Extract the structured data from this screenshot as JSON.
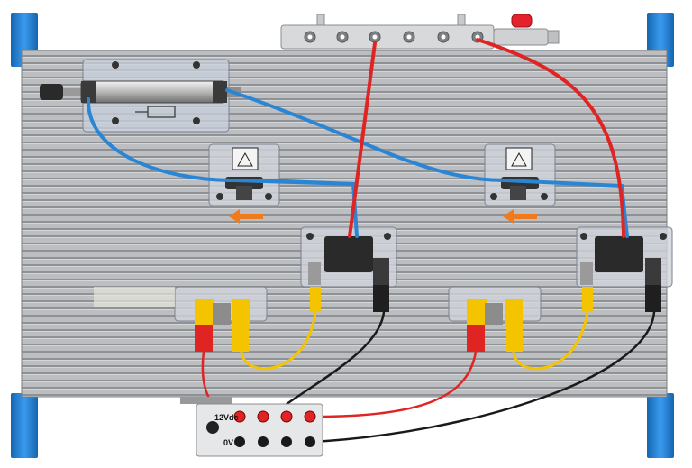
{
  "power_supply": {
    "label_12v": "12Vdc",
    "label_0v": "0V"
  },
  "colors": {
    "plate": "#b9bbbe",
    "plate_groove": "#8e9194",
    "frame_blue": "#1f82d6",
    "air_tube_blue": "#2a86d4",
    "air_tube_red": "#e02424",
    "wire_red": "#e02424",
    "wire_black": "#1a1a1a",
    "wire_yellow": "#f5c400",
    "arrow_orange": "#f07a1e"
  },
  "components": {
    "cylinder": "double-acting-cylinder",
    "flow_valve_left": "flow-control-valve",
    "flow_valve_right": "flow-control-valve",
    "solenoid_left": "solenoid-valve",
    "solenoid_right": "solenoid-valve",
    "manifold": "air-distribution-manifold",
    "shutoff": "ball-valve-red-lever"
  }
}
